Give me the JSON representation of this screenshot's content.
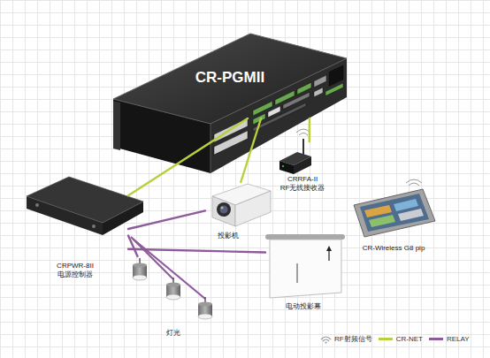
{
  "diagram": {
    "nodes": [
      {
        "text": [
          "CR-PGMII"
        ]
      },
      {
        "text": [
          "CRRFA-II RF无线接收器"
        ]
      },
      {
        "text": [
          "投影机"
        ]
      },
      {
        "text": [
          "CR-Wireless G8 pip"
        ]
      },
      {
        "text": [
          "CRPWR-8II 电源控制器"
        ]
      },
      {
        "text": [
          "灯光"
        ]
      },
      {
        "text": [
          "电动投影幕"
        ]
      }
    ],
    "edges": [
      {
        "from": 0,
        "to": 1,
        "arrow": "none"
      },
      {
        "from": 0,
        "to": 4,
        "arrow": "none"
      },
      {
        "from": 0,
        "to": 2,
        "arrow": "none"
      },
      {
        "from": 4,
        "to": 2,
        "arrow": "none"
      },
      {
        "from": 4,
        "to": 6,
        "arrow": "none"
      },
      {
        "from": 4,
        "to": 5,
        "arrow": "none"
      }
    ],
    "legend": [
      {
        "text": "RF射频信号"
      },
      {
        "text": "CR-NET",
        "color": "#b9cf3c"
      },
      {
        "text": "RELAY",
        "color": "#8f5a9c"
      }
    ]
  }
}
